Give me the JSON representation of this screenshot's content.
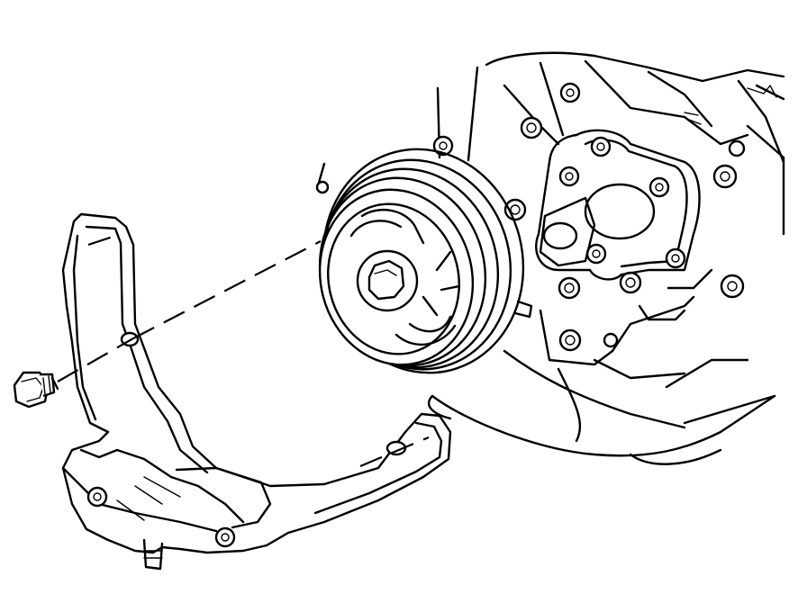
{
  "diagram": {
    "kind": "exploded-view line drawing",
    "parts": [
      {
        "id": "engine-block",
        "icon": "engine-block-icon"
      },
      {
        "id": "crankshaft-pulley",
        "icon": "pulley-icon"
      },
      {
        "id": "water-pump-housing",
        "icon": "housing-icon"
      },
      {
        "id": "mount-bracket",
        "icon": "bracket-icon"
      },
      {
        "id": "bracket-bolt",
        "icon": "bolt-icon"
      }
    ],
    "colors": {
      "line": "#000000",
      "background": "#ffffff"
    }
  }
}
